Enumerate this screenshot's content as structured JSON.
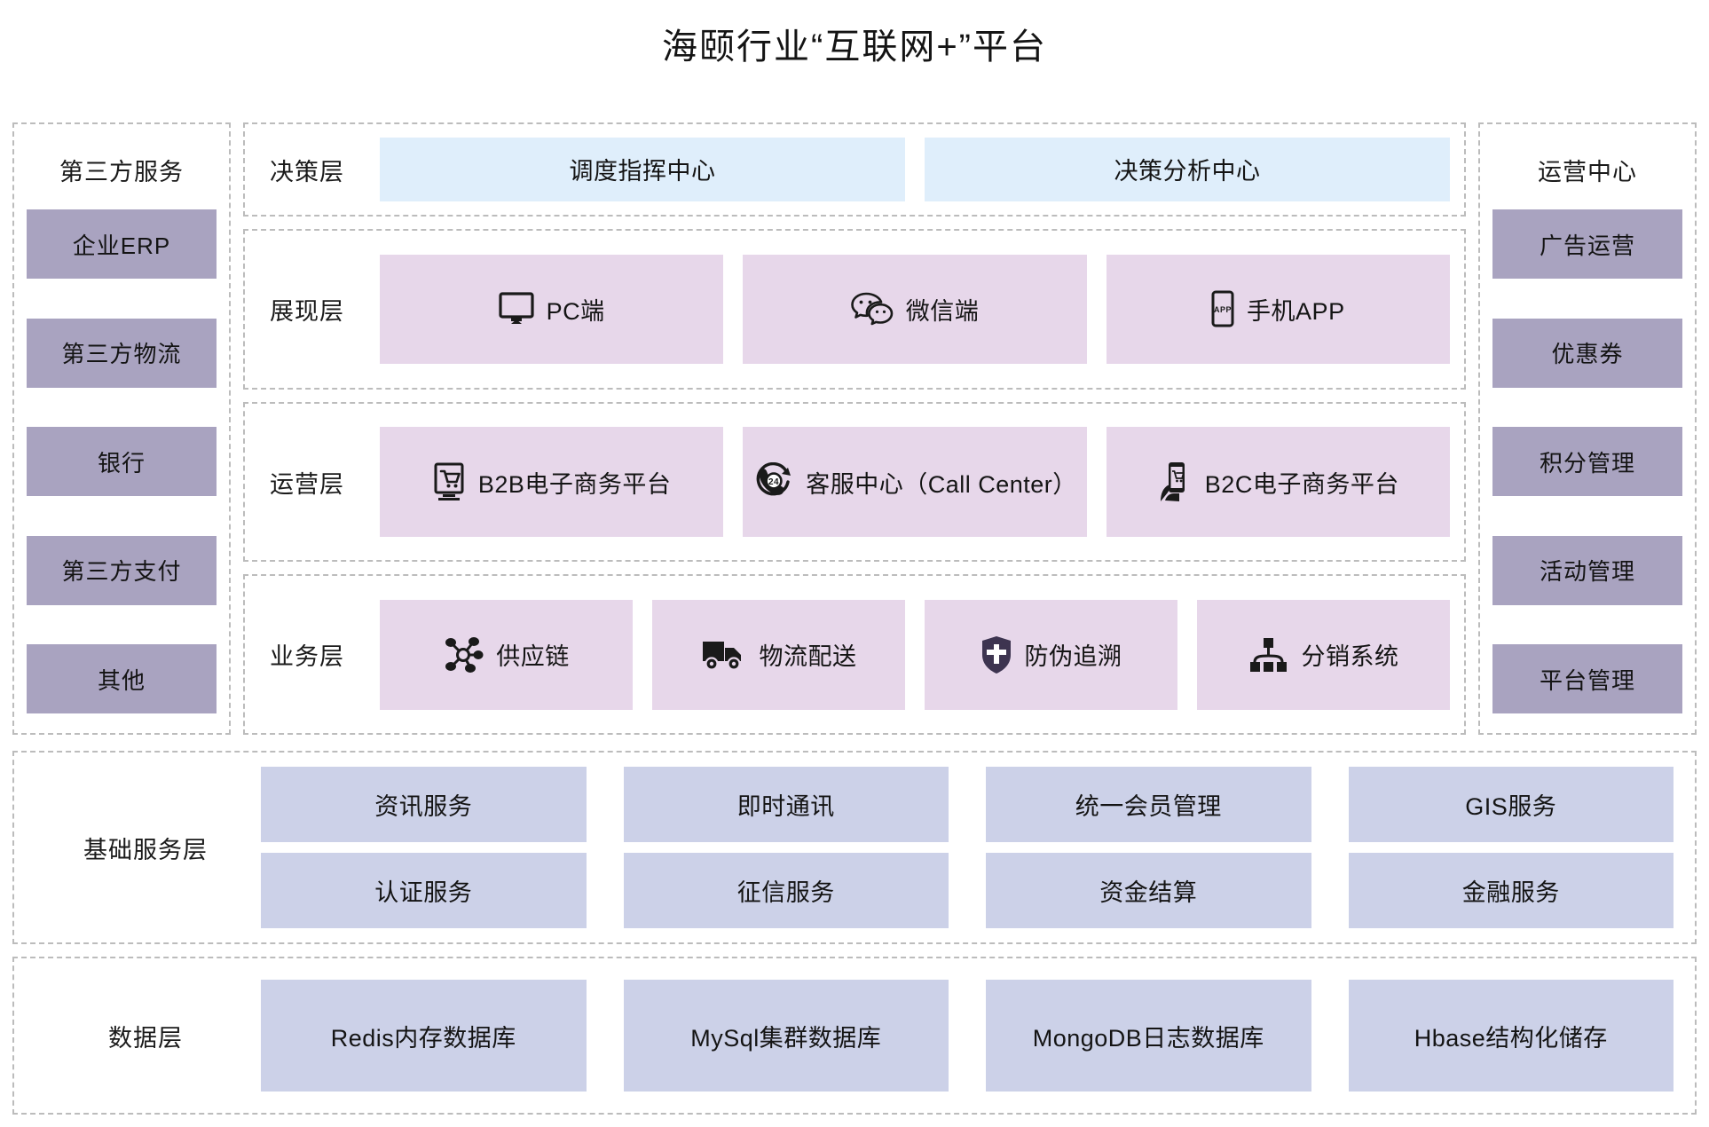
{
  "title": "海颐行业“互联网+”平台",
  "left_panel": {
    "heading": "第三方服务",
    "items": [
      {
        "label": "企业ERP"
      },
      {
        "label": "第三方物流"
      },
      {
        "label": "银行"
      },
      {
        "label": "第三方支付"
      },
      {
        "label": "其他"
      }
    ]
  },
  "right_panel": {
    "heading": "运营中心",
    "items": [
      {
        "label": "广告运营"
      },
      {
        "label": "优惠券"
      },
      {
        "label": "积分管理"
      },
      {
        "label": "活动管理"
      },
      {
        "label": "平台管理"
      }
    ]
  },
  "layers": {
    "decision": {
      "label": "决策层",
      "items": [
        {
          "label": "调度指挥中心",
          "icon": ""
        },
        {
          "label": "决策分析中心",
          "icon": ""
        }
      ]
    },
    "presentation": {
      "label": "展现层",
      "items": [
        {
          "label": "PC端",
          "icon": "monitor-icon"
        },
        {
          "label": "微信端",
          "icon": "wechat-icon"
        },
        {
          "label": "手机APP",
          "icon": "mobile-app-icon"
        }
      ]
    },
    "operation": {
      "label": "运营层",
      "items": [
        {
          "label": "B2B电子商务平台",
          "icon": "shopping-cart-screen-icon"
        },
        {
          "label": "客服中心（Call Center）",
          "icon": "phone-24h-icon"
        },
        {
          "label": "B2C电子商务平台",
          "icon": "mobile-shopping-icon"
        }
      ]
    },
    "business": {
      "label": "业务层",
      "items": [
        {
          "label": "供应链",
          "icon": "network-nodes-icon"
        },
        {
          "label": "物流配送",
          "icon": "truck-icon"
        },
        {
          "label": "防伪追溯",
          "icon": "shield-icon"
        },
        {
          "label": "分销系统",
          "icon": "hierarchy-icon"
        }
      ]
    }
  },
  "base_services": {
    "label": "基础服务层",
    "rows": [
      [
        {
          "label": "资讯服务"
        },
        {
          "label": "即时通讯"
        },
        {
          "label": "统一会员管理"
        },
        {
          "label": "GIS服务"
        }
      ],
      [
        {
          "label": "认证服务"
        },
        {
          "label": "征信服务"
        },
        {
          "label": "资金结算"
        },
        {
          "label": "金融服务"
        }
      ]
    ]
  },
  "data_layer": {
    "label": "数据层",
    "items": [
      {
        "label": "Redis内存数据库"
      },
      {
        "label": "MySql集群数据库"
      },
      {
        "label": "MongoDB日志数据库"
      },
      {
        "label": "Hbase结构化储存"
      }
    ]
  },
  "colors": {
    "decision_box": "#dfeefb",
    "layer_box": "#e7d7ea",
    "side_box": "#a9a3c0",
    "service_box": "#ccd1e8",
    "dashed_border": "#bcbcbc",
    "icon_dark": "#1a1a1a",
    "shield": "#3d3450"
  }
}
